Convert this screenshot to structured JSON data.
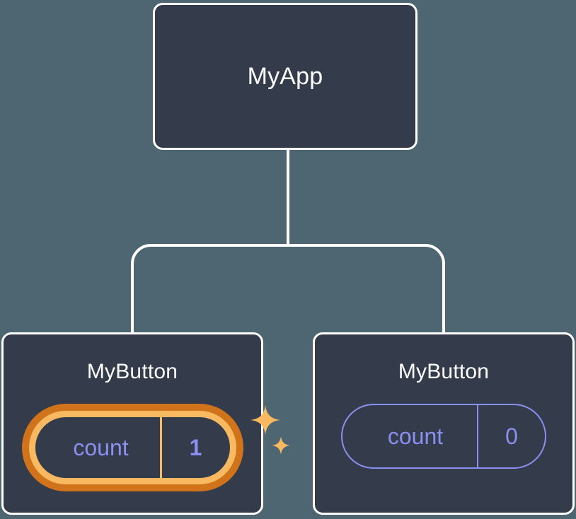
{
  "diagram": {
    "title": "React component tree with state update highlight",
    "background_color": "#4d6672",
    "node_fill": "#343c4b",
    "node_border": "#ffffff",
    "edge_color": "#ffffff",
    "state_color": "#8b8ff0",
    "highlight_outer_color": "#d0731a",
    "highlight_inner_color": "#f8b961"
  },
  "root": {
    "label": "MyApp"
  },
  "children": [
    {
      "label": "MyButton",
      "state": {
        "key": "count",
        "value": "1"
      },
      "highlighted": true,
      "sparkles": [
        "sparkle-large",
        "sparkle-small"
      ]
    },
    {
      "label": "MyButton",
      "state": {
        "key": "count",
        "value": "0"
      },
      "highlighted": false,
      "sparkles": []
    }
  ]
}
